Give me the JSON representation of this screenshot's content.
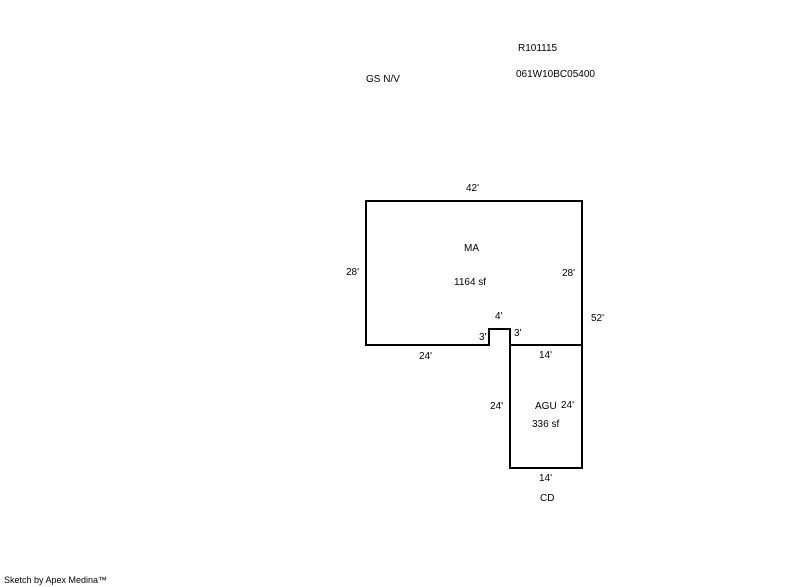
{
  "header": {
    "parcel_id": "R101115",
    "map_number": "061W10BC05400",
    "notes": "GS  N/V"
  },
  "sketch": {
    "main_area": {
      "code": "MA",
      "area": "1164 sf",
      "dim_top": "42'",
      "dim_left": "28'",
      "dim_right": "28'",
      "dim_bottom": "24'",
      "notch_left": "3'",
      "notch_top": "4'",
      "notch_right": "3'",
      "dim_overall_right": "52'"
    },
    "garage": {
      "code": "AGU",
      "area": "336 sf",
      "dim_top": "14'",
      "dim_left": "24'",
      "dim_right": "24'",
      "dim_bottom": "14'",
      "below_label": "CD"
    }
  },
  "footer": {
    "credit": "Sketch by Apex Medina™"
  }
}
